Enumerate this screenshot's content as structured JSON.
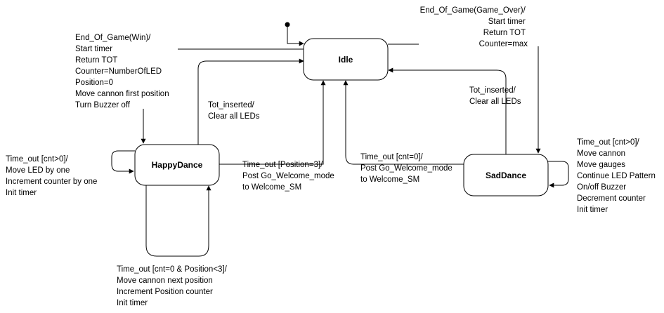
{
  "states": {
    "idle": "Idle",
    "happy": "HappyDance",
    "sad": "SadDance"
  },
  "labels": {
    "win": [
      "End_Of_Game(Win)/",
      "Start timer",
      "Return TOT",
      "Counter=NumberOfLED",
      "Position=0",
      "Move cannon first position",
      "Turn Buzzer off"
    ],
    "game_over": [
      "End_Of_Game(Game_Over)/",
      "Start timer",
      "Return TOT",
      "Counter=max"
    ],
    "tot_happy": [
      "Tot_inserted/",
      "Clear all LEDs"
    ],
    "tot_sad": [
      "Tot_inserted/",
      "Clear all LEDs"
    ],
    "happy_self": [
      "Time_out [cnt>0]/",
      "Move LED by one",
      "Increment counter by one",
      "Init timer"
    ],
    "happy_to_idle": [
      "Time_out [Position=3]/",
      "Post Go_Welcome_mode",
      "to Welcome_SM"
    ],
    "sad_to_idle": [
      "Time_out [cnt=0]/",
      "Post Go_Welcome_mode",
      "to Welcome_SM"
    ],
    "sad_self": [
      "Time_out [cnt>0]/",
      "Move cannon",
      "Move gauges",
      "Continue LED Pattern",
      "On/off Buzzer",
      "Decrement counter",
      "Init timer"
    ],
    "happy_loop": [
      "Time_out [cnt=0 & Position<3]/",
      "Move cannon next position",
      "Increment Position counter",
      "Init timer"
    ]
  }
}
